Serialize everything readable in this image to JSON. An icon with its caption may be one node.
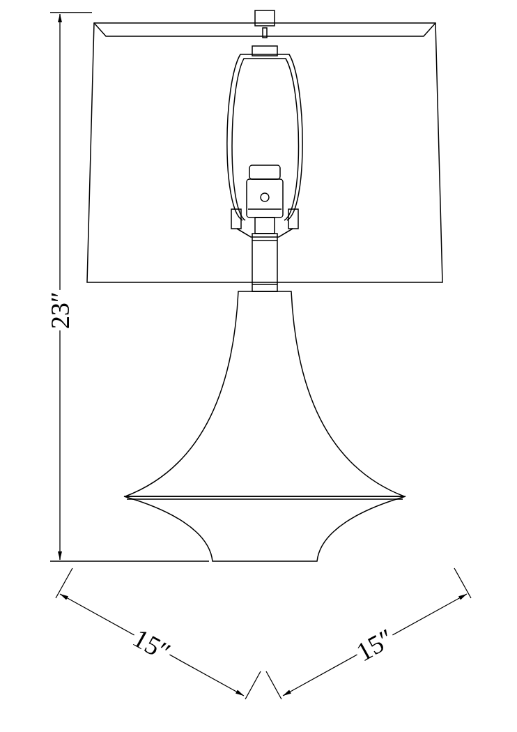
{
  "diagram": {
    "labels": [
      "23″",
      "15″",
      "15″"
    ]
  }
}
